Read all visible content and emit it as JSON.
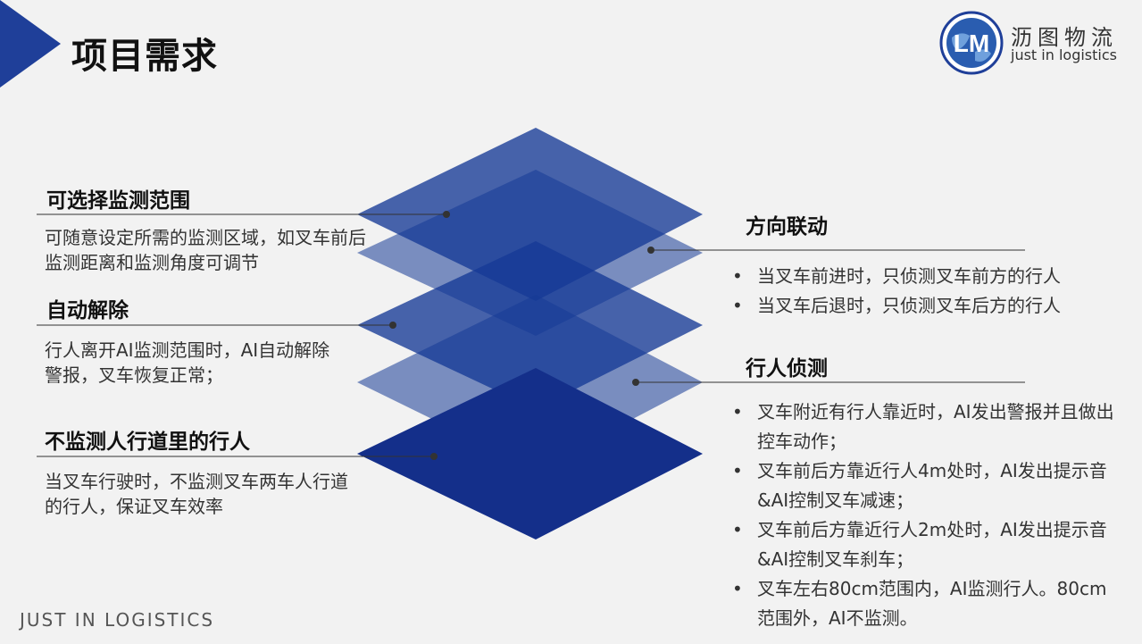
{
  "header": {
    "title": "项目需求"
  },
  "logo": {
    "emblem_text": "LM",
    "name_cn": "沥图物流",
    "name_en": "just in logistics"
  },
  "footer": {
    "brand": "JUST IN LOGISTICS"
  },
  "colors": {
    "accent": "#1f3f99",
    "layer_dark": "#163a96",
    "layer_light": "#6f88c9"
  },
  "left_sections": [
    {
      "heading": "可选择监测范围",
      "body": "可随意设定所需的监测区域，如叉车前后监测距离和监测角度可调节"
    },
    {
      "heading": "自动解除",
      "body": "行人离开AI监测范围时，AI自动解除警报，叉车恢复正常；"
    },
    {
      "heading": "不监测人行道里的行人",
      "body": "当叉车行驶时，不监测叉车两车人行道的行人，保证叉车效率"
    }
  ],
  "right_sections": [
    {
      "heading": "方向联动",
      "bullets": [
        "当叉车前进时，只侦测叉车前方的行人",
        "当叉车后退时，只侦测叉车后方的行人"
      ]
    },
    {
      "heading": "行人侦测",
      "bullets": [
        "叉车附近有行人靠近时，AI发出警报并且做出控车动作；",
        "叉车前后方靠近行人4m处时，AI发出提示音&AI控制叉车减速；",
        "叉车前后方靠近行人2m处时，AI发出提示音&AI控制叉车刹车；",
        "叉车左右80cm范围内，AI监测行人。80cm范围外，AI不监测。"
      ]
    }
  ]
}
